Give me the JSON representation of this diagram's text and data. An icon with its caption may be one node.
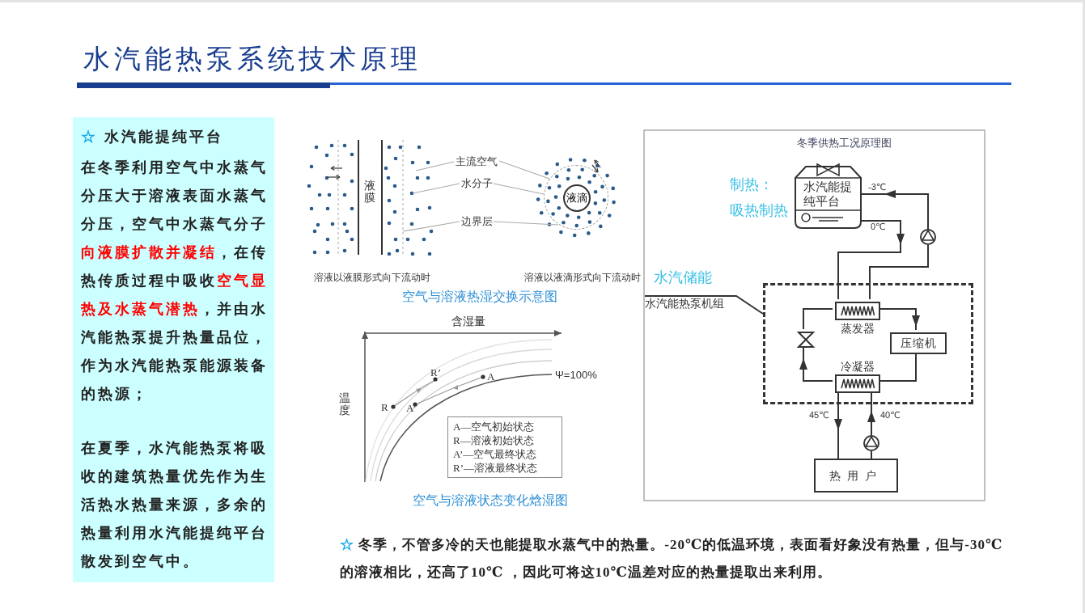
{
  "diagram": {
    "title": "水汽能热泵系统技术原理",
    "nodes": [
      {
        "text": [
          "☆ 水汽能提纯平台",
          "在冬季利用空气中水蒸气分压大于溶液表面水蒸气分压，空气中水蒸气分子**向液膜扩散并凝结**，在传热传质过程中吸收**空气显热及水蒸气潜热**，并由水汽能热泵提升热量品位，作为水汽能热泵能源装备的热源；",
          "在夏季，水汽能热泵将吸收的建筑热量优先作为生活热水热量来源，多余的热量利用水汽能提纯平台散发到空气中。"
        ]
      },
      {
        "text": [
          "主流空气"
        ]
      },
      {
        "text": [
          "水分子"
        ]
      },
      {
        "text": [
          "边界层"
        ]
      },
      {
        "text": [],
        "shape": "circle"
      },
      {
        "text": [
          "液滴"
        ],
        "in": 4
      },
      {
        "text": [
          "A—空气初始状态",
          "R—溶液初始状态",
          "A’—空气最终状态",
          "R’—溶液最终状态"
        ]
      },
      {
        "text": [
          "水汽能提纯平台"
        ]
      },
      {
        "text": [],
        "shape": "pump"
      },
      {
        "text": [
          "水汽能热泵机组"
        ]
      },
      {
        "text": [],
        "shape": "box"
      },
      {
        "text": [
          "蒸发器"
        ],
        "in": 10
      },
      {
        "text": [
          "压缩机"
        ],
        "in": 10
      },
      {
        "text": [],
        "shape": "valve",
        "in": 10
      },
      {
        "text": [
          "冷凝器"
        ],
        "in": 10
      },
      {
        "text": [],
        "shape": "pump"
      },
      {
        "text": [
          "热用户"
        ]
      }
    ],
    "edges": [
      {
        "from": 1,
        "to": null,
        "arrow": "none",
        "color": "#aaaaaa"
      },
      {
        "from": 1,
        "to": 4,
        "arrow": "none",
        "color": "#aaaaaa"
      },
      {
        "from": 2,
        "to": null,
        "arrow": "none",
        "color": "#aaaaaa"
      },
      {
        "from": 2,
        "to": 4,
        "arrow": "none",
        "color": "#aaaaaa"
      },
      {
        "from": 3,
        "to": null,
        "arrow": "none",
        "color": "#aaaaaa"
      },
      {
        "from": 3,
        "to": 4,
        "arrow": "none",
        "color": "#aaaaaa"
      },
      {
        "from": 7,
        "to": 11,
        "arrow": "to"
      },
      {
        "from": 11,
        "to": 8,
        "arrow": "none"
      },
      {
        "from": 8,
        "to": 7,
        "arrow": "to"
      },
      {
        "from": 11,
        "to": 12,
        "arrow": "to"
      },
      {
        "from": 12,
        "to": 14,
        "arrow": "none"
      },
      {
        "from": 14,
        "to": 13,
        "arrow": "to"
      },
      {
        "from": 13,
        "to": 11,
        "arrow": "none"
      },
      {
        "from": 14,
        "to": 16,
        "arrow": "to"
      },
      {
        "from": 16,
        "to": 15,
        "arrow": "none"
      },
      {
        "from": 15,
        "to": 14,
        "arrow": "to"
      },
      {
        "from": 9,
        "to": 10,
        "arrow": "none"
      }
    ],
    "labels": [
      "液膜",
      "溶液以液膜形式向下流动时",
      "溶液以液滴形式向下流动时",
      "空气与溶液热湿交换示意图",
      "含湿量",
      "R’",
      "A",
      "Ψ=100%",
      "温度",
      "R",
      "A’",
      "空气与溶液状态变化焓湿图",
      "冬季供热工况原理图",
      "制热：",
      "吸热制热",
      "-3℃",
      "0℃",
      "水汽储能",
      "45℃",
      "40℃",
      "☆ 冬季，不管多冷的天也能提取水蒸气中的热量。-20℃的低温环境，表面看好象没有热量，但与-30℃的溶液相比，还高了10℃ ，因此可将这10℃温差对应的热量提取出来利用。"
    ]
  }
}
